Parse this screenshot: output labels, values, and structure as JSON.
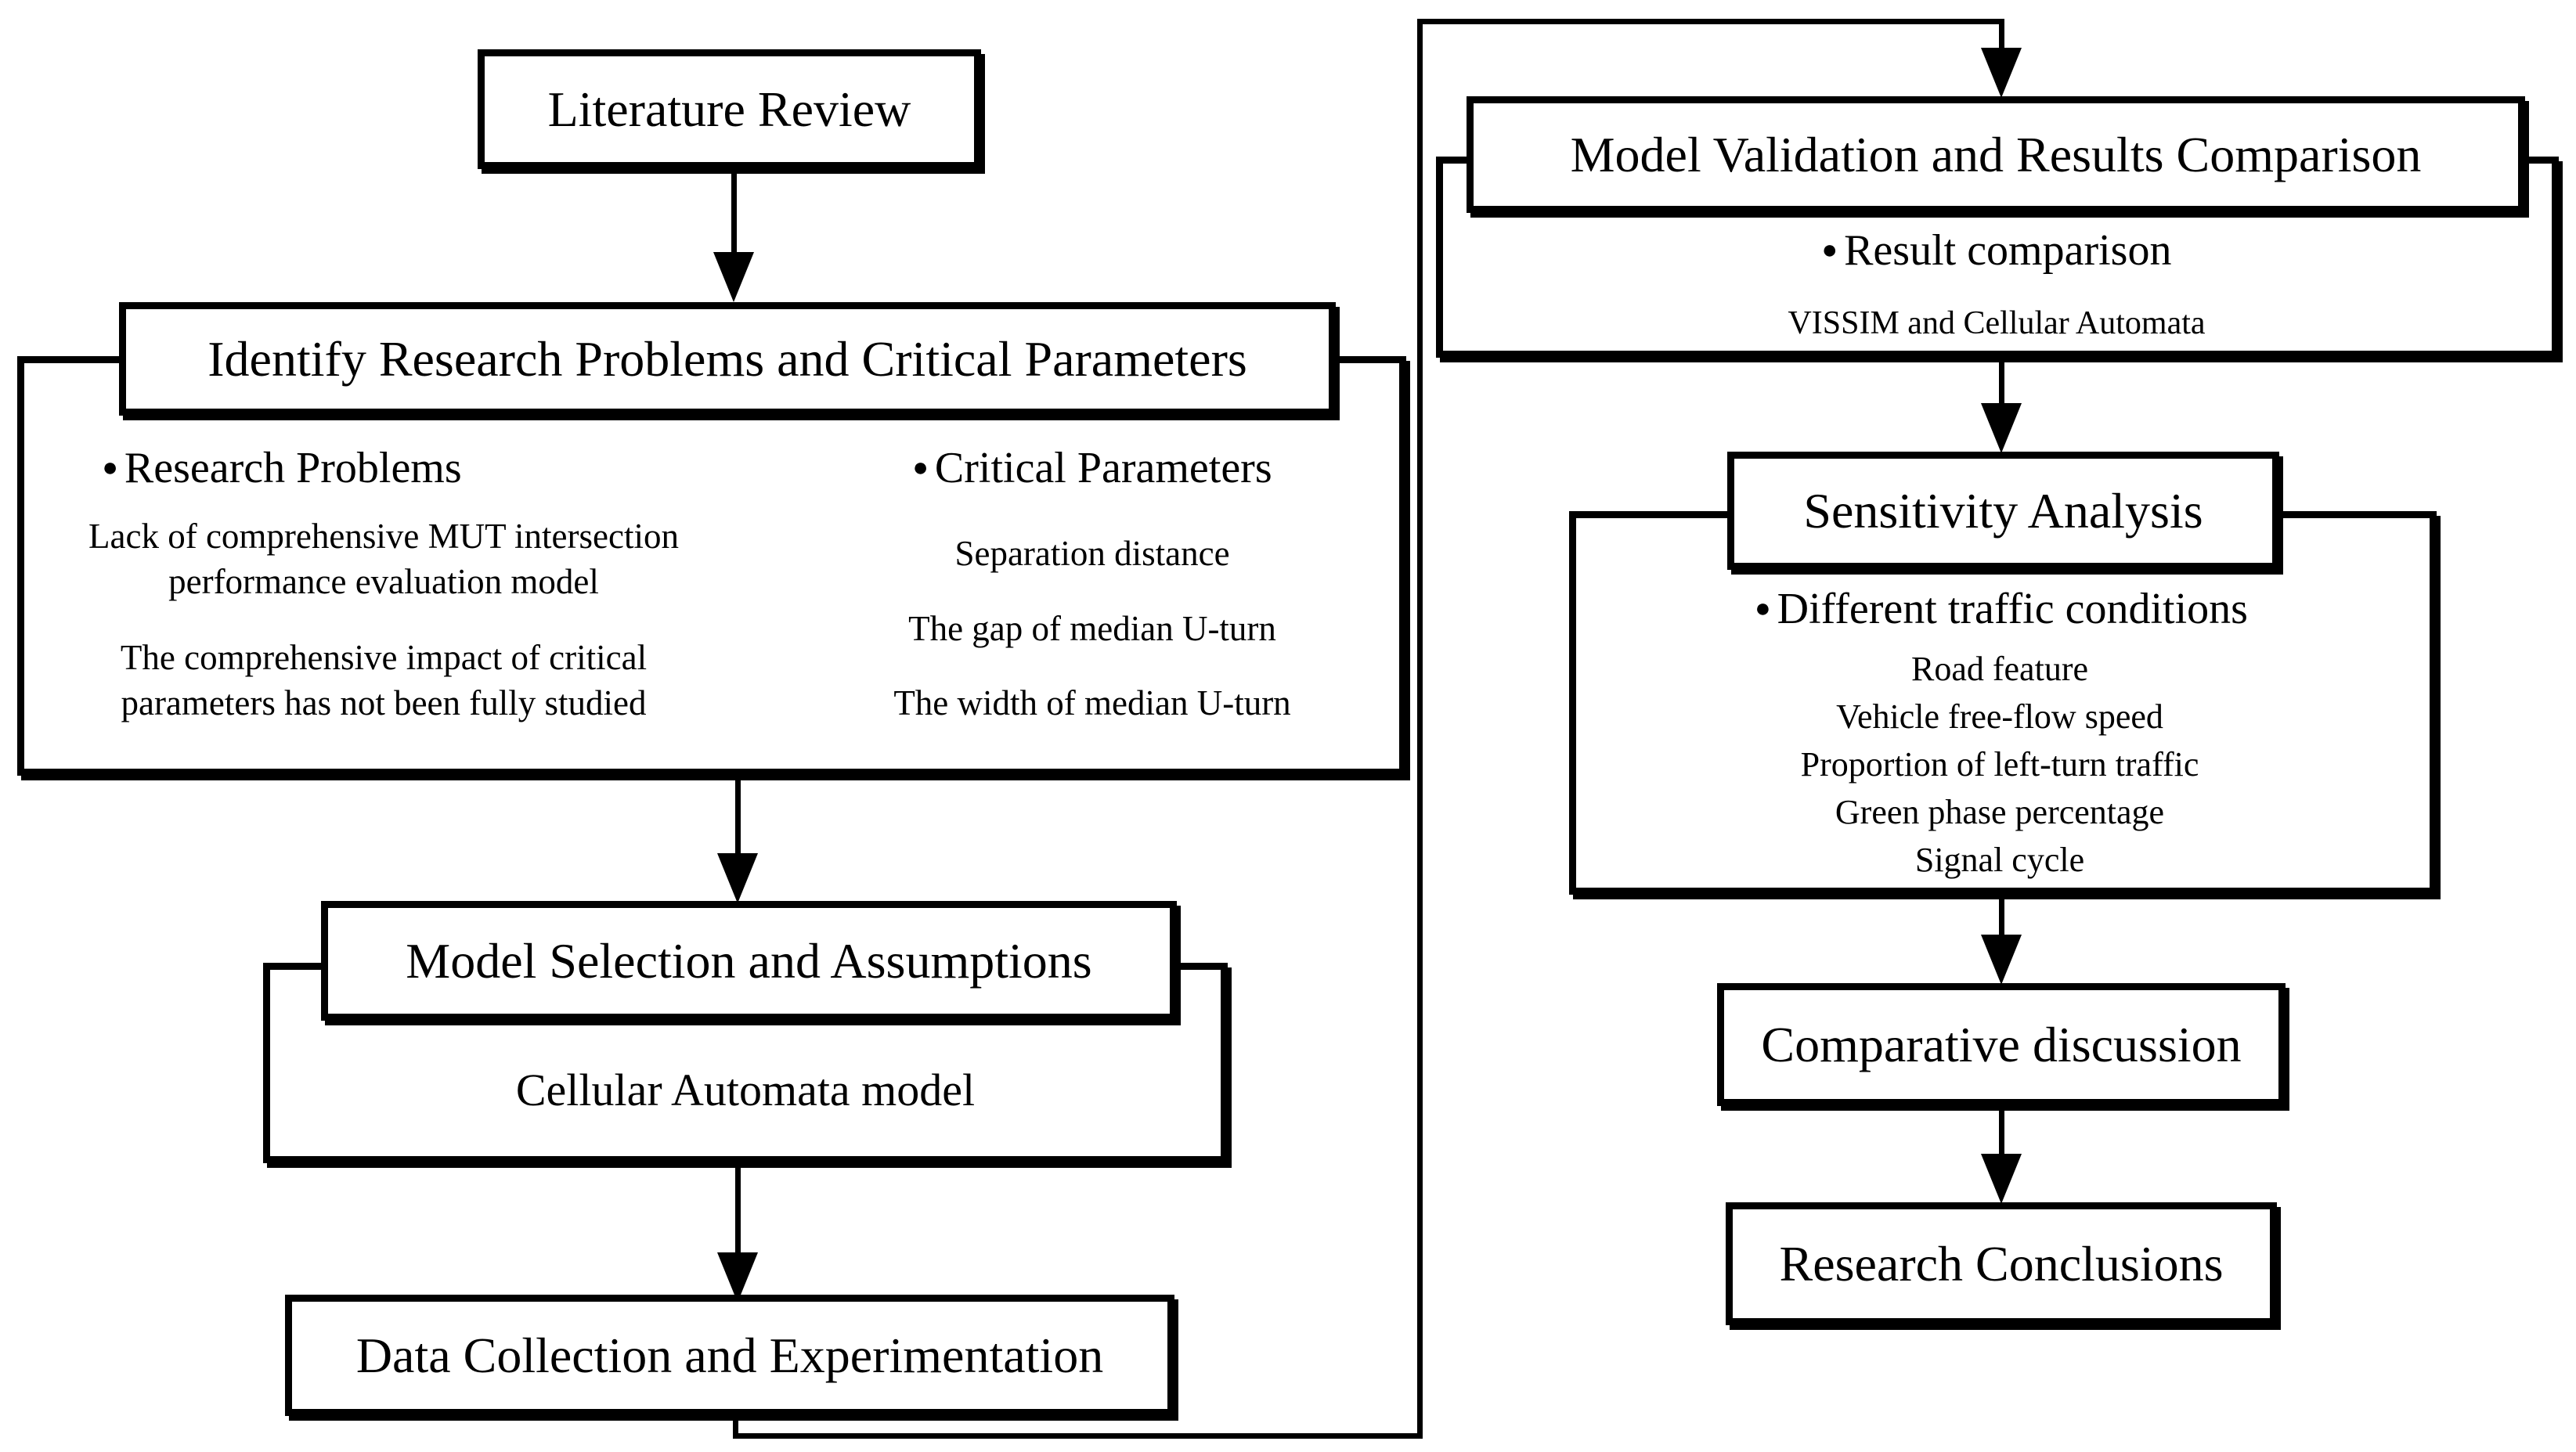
{
  "flowchart": {
    "literature_review": {
      "label": "Literature Review"
    },
    "identify": {
      "title": "Identify Research Problems and Critical Parameters",
      "research_problems": {
        "heading": "Research Problems",
        "items": [
          "Lack of comprehensive MUT intersection\nperformance evaluation model",
          "The comprehensive impact of critical\nparameters has not been fully studied"
        ]
      },
      "critical_parameters": {
        "heading": "Critical Parameters",
        "items": [
          "Separation distance",
          "The gap of median U-turn",
          "The width of median U-turn"
        ]
      }
    },
    "model_selection": {
      "title": "Model Selection and Assumptions",
      "detail": "Cellular Automata model"
    },
    "data_collection": {
      "label": "Data Collection and Experimentation"
    },
    "model_validation": {
      "title": "Model Validation and Results Comparison",
      "bullet_heading": "Result comparison",
      "subtext": "VISSIM and Cellular Automata"
    },
    "sensitivity": {
      "title": "Sensitivity Analysis",
      "bullet_heading": "Different traffic conditions",
      "items": [
        "Road feature",
        "Vehicle free-flow speed",
        "Proportion of left-turn traffic",
        "Green phase percentage",
        "Signal cycle"
      ]
    },
    "comparative_discussion": {
      "label": "Comparative discussion"
    },
    "research_conclusions": {
      "label": "Research Conclusions"
    }
  },
  "icons": {
    "bullet": "●"
  },
  "colors": {
    "ink": "#000000",
    "paper": "#ffffff"
  }
}
